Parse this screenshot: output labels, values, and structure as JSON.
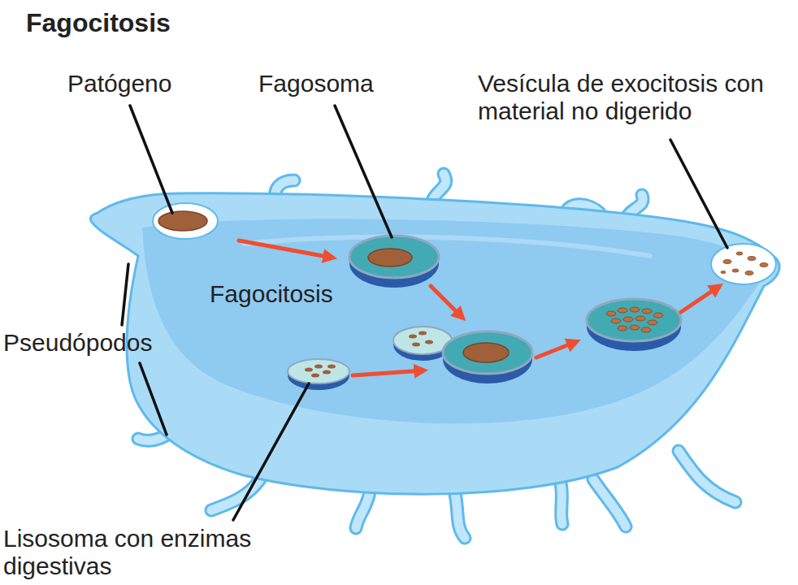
{
  "diagram": {
    "title": "Fagocitosis",
    "labels": [
      "Patógeno",
      "Fagosoma",
      "Vesícula de exocitosis con material no digerido",
      "Fagocitosis",
      "Pseudópodos",
      "Lisosoma con enzimas digestivas"
    ]
  }
}
